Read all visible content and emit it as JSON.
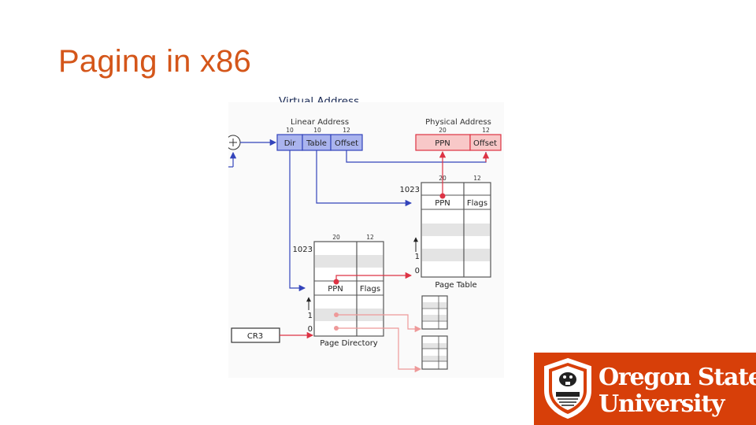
{
  "slide": {
    "title": "Paging in x86",
    "caption": "Virtual Address"
  },
  "diagram": {
    "linear_address": {
      "title": "Linear Address",
      "bits": [
        "10",
        "10",
        "12"
      ],
      "fields": [
        "Dir",
        "Table",
        "Offset"
      ]
    },
    "physical_address": {
      "title": "Physical Address",
      "bits": [
        "20",
        "12"
      ],
      "fields": [
        "PPN",
        "Offset"
      ]
    },
    "page_table": {
      "label": "Page Table",
      "bits": [
        "20",
        "12"
      ],
      "top_index": "1023",
      "index_one": "1",
      "index_zero": "0",
      "columns": [
        "PPN",
        "Flags"
      ]
    },
    "page_directory": {
      "label": "Page Directory",
      "bits": [
        "20",
        "12"
      ],
      "top_index": "1023",
      "index_one": "1",
      "index_zero": "0",
      "columns": [
        "PPN",
        "Flags"
      ]
    },
    "cr3": "CR3",
    "colors": {
      "blue": "#3344bb",
      "red": "#dd3344",
      "pink": "#ee9999"
    }
  },
  "logo": {
    "line1": "Oregon State",
    "line2": "University",
    "background": "#D73F09"
  }
}
